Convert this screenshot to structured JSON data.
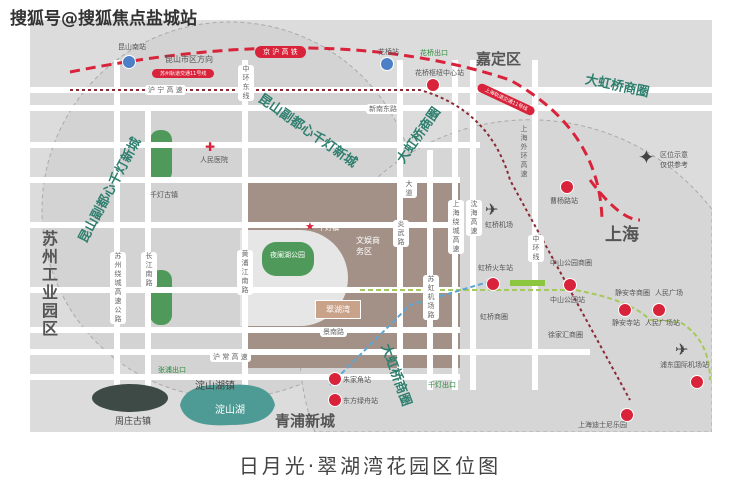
{
  "watermark": "搜狐号@搜狐焦点盐城站",
  "title": "日月光·翠湖湾花园区位图",
  "colors": {
    "rail": "#d8233a",
    "district": "#2f7f6f",
    "project_zone": "#a39188",
    "park": "#4f9a5a",
    "lake": "#4e9a94",
    "metro_line_2": "#a5c95a",
    "metro_line_17": "#5aa6d6"
  },
  "districts": {
    "kunshan_new_town_left": "昆山副都心千灯新城",
    "kunshan_new_town_right": "昆山副都心千灯新城",
    "hongqiao_left": "大虹桥商圈",
    "hongqiao_right": "大虹桥商圈",
    "hongqiao_bottom": "大虹桥商圈",
    "suzhou_park": "苏州工业园区",
    "jiading": "嘉定区",
    "shanghai": "上海",
    "qingpu": "青浦新城",
    "dianshanhu_town": "淀山湖镇",
    "dianshanhu_lake": "淀山湖",
    "zhouzhuang": "周庄古镇"
  },
  "rail": {
    "jinghu": "京 沪 高 铁",
    "kunshan_south": "昆山南站",
    "huaqiao_station": "花桥站",
    "kunshan_direction": "昆山市区方向",
    "suzhou_line11": "苏州轨道交通11号线",
    "shanghai_line11": "上海轨道交通11号线",
    "huaqiao_hub": "花桥枢纽中心站",
    "huaqiao_exit": "花桥出口"
  },
  "roads": {
    "huning": "沪 宁 高 速",
    "zhonghuan_east": "中环东线",
    "xinnan_east": "新南东路",
    "huchang": "沪 常 高 速",
    "huangpu_south": "黄浦江南路",
    "changjiang_south": "长江南路",
    "suzhou_ring": "苏州绕城高速公路",
    "yanwu": "炎武路",
    "suhong_airport": "苏虹机场路",
    "shanghai_ring": "上海绕城高速",
    "shenhai": "沈海高速",
    "zhonghuan": "中环线",
    "shanghai_outer_ring": "上海外环高速",
    "jingnan": "景南路",
    "dadao": "大道"
  },
  "places": {
    "cuihuwan": "翠湖湾",
    "park": "夜阑湖公园",
    "culture": "文娱商务区",
    "star_label": "千灯镇",
    "hospital": "人民医院",
    "qiandeng_town": "千灯古镇",
    "qiandeng_exit": "千灯出口",
    "zhangpu_exit": "张浦出口",
    "hongqiao_airport": "虹桥机场",
    "hongqiao_rail": "虹桥火车站",
    "hongqiao_business": "虹桥商圈",
    "zhongshan_park_biz": "中山公园商圈",
    "zhongshan_park_stn": "中山公园站",
    "jingan_biz": "静安寺商圈",
    "peoples_square": "人民广场",
    "jingan_stn": "静安寺站",
    "peoples_square_stn": "人民广场站",
    "xujiahui": "徐家汇商圈",
    "pudong_airport": "浦东国际机场站",
    "disney": "上海迪士尼乐园",
    "caoyang": "曹杨路站",
    "zhujiajiao": "朱家角站",
    "dongfang": "东方绿舟站",
    "compass_note": "区位示意 仅供参考"
  }
}
